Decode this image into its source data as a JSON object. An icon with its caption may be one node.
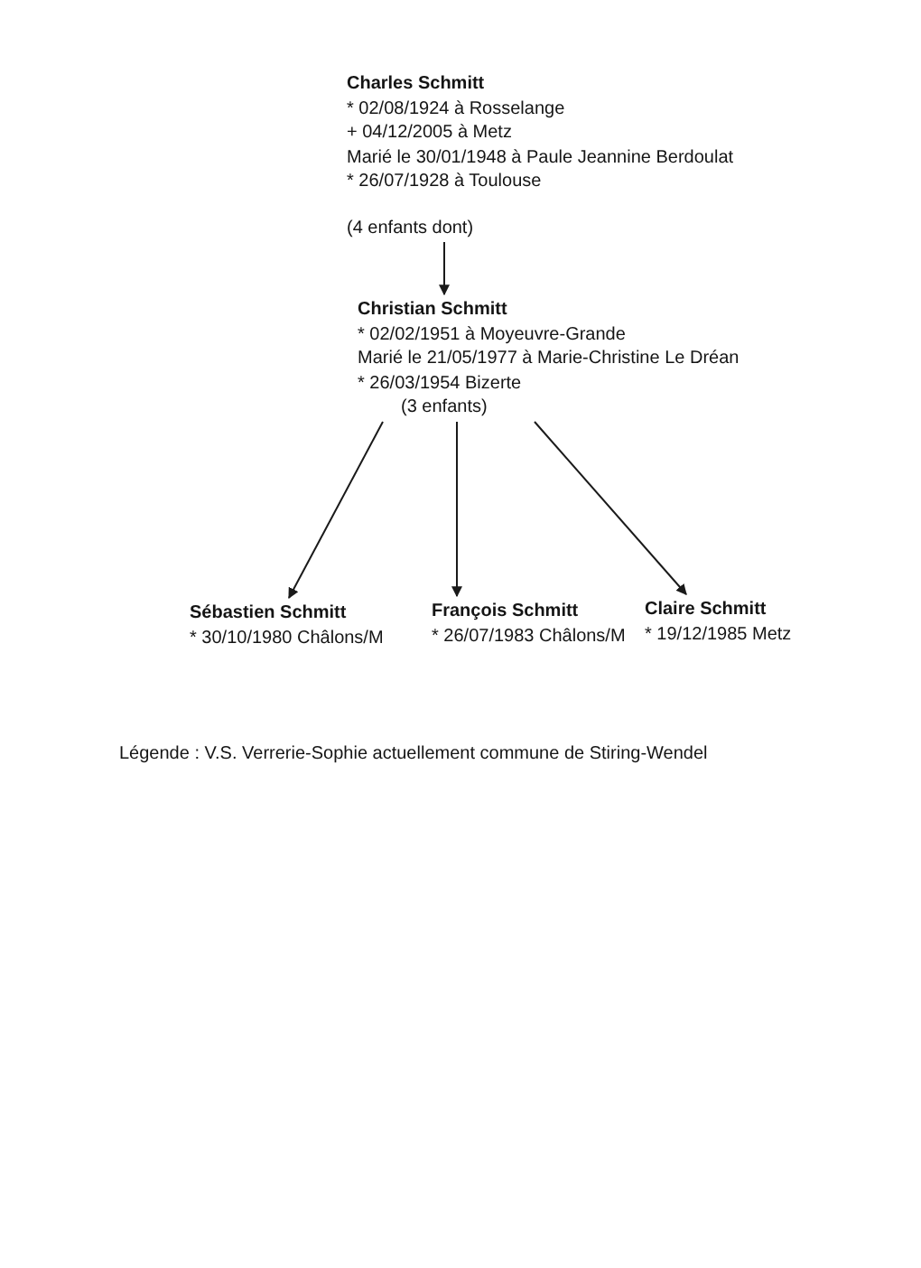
{
  "diagram": {
    "nodes": [
      {
        "text": [
          "Charles Schmitt",
          "* 02/08/1924 à Rosselange",
          "+ 04/12/2005 à Metz",
          "Marié le 30/01/1948 à Paule Jeannine Berdoulat",
          "* 26/07/1928 à Toulouse",
          "(4 enfants dont)"
        ]
      },
      {
        "text": [
          "Christian Schmitt",
          "* 02/02/1951 à Moyeuvre-Grande",
          "Marié le 21/05/1977 à Marie-Christine Le Dréan",
          "* 26/03/1954 Bizerte",
          "(3 enfants)"
        ]
      },
      {
        "text": [
          "Sébastien Schmitt",
          "* 30/10/1980 Châlons/M"
        ]
      },
      {
        "text": [
          "François Schmitt",
          "* 26/07/1983 Châlons/M"
        ]
      },
      {
        "text": [
          "Claire Schmitt",
          "* 19/12/1985 Metz"
        ]
      }
    ],
    "edges": [
      {
        "from": 0,
        "to": 1,
        "arrow": "to"
      },
      {
        "from": 1,
        "to": 2,
        "arrow": "to"
      },
      {
        "from": 1,
        "to": 3,
        "arrow": "to"
      },
      {
        "from": 1,
        "to": 4,
        "arrow": "to"
      }
    ],
    "labels": [
      "Légende : V.S. Verrerie-Sophie actuellement commune de Stiring-Wendel"
    ]
  }
}
